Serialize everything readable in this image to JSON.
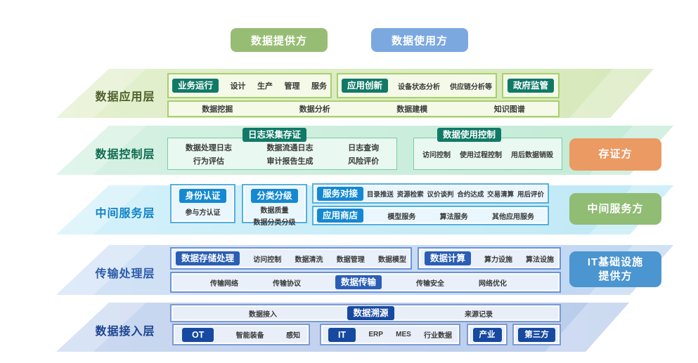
{
  "top_actors": {
    "provider": "数据提供方",
    "user": "数据使用方"
  },
  "colors": {
    "provider_chip": "#97BD74",
    "user_chip": "#7BA8DF",
    "layer1_band": "#D9EAC3",
    "layer2_band": "#C9ECDA",
    "layer3_band": "#C9EDF7",
    "layer4_band": "#C5DAF3",
    "layer5_band": "#C1D1EE",
    "badge_teal": "#107A66",
    "badge_cyan": "#1489D2",
    "badge_blue": "#2A5EB4",
    "badge_navy": "#16499F",
    "side_orange": "#EB9A64",
    "side_green": "#90BC74",
    "side_blue": "#4B95D0"
  },
  "layer1": {
    "label": "数据应用层",
    "box_a": {
      "badge": "业务运行",
      "items": [
        "设计",
        "生产",
        "管理",
        "服务"
      ]
    },
    "box_b": {
      "badge": "应用创新",
      "items": [
        "设备状态分析",
        "供应链分析等"
      ]
    },
    "box_c": {
      "badge": "政府监管"
    },
    "row2": [
      "数据挖掘",
      "数据分析",
      "数据建模",
      "知识图谱"
    ]
  },
  "layer2": {
    "label": "数据控制层",
    "box_a": {
      "badge": "日志采集存证",
      "col1": [
        "数据处理日志",
        "行为评估"
      ],
      "col2": [
        "数据流通日志",
        "审计报告生成"
      ],
      "col3": [
        "日志查询",
        "风险评价"
      ]
    },
    "box_b": {
      "badge": "数据使用控制",
      "items": [
        "访问控制",
        "使用过程控制",
        "用后数据销毁"
      ]
    },
    "side": "存证方"
  },
  "layer3": {
    "label": "中间服务层",
    "box_a": {
      "badge": "身份认证",
      "items": [
        "参与方认证"
      ]
    },
    "box_b": {
      "badge": "分类分级",
      "items": [
        "数据质量",
        "数据分类分级"
      ]
    },
    "box_c": {
      "badge": "服务对接",
      "items": [
        "目录推送",
        "资源检索",
        "议价谈判",
        "合约达成",
        "交易清算",
        "用后评价"
      ]
    },
    "box_d": {
      "badge": "应用商店",
      "items": [
        "模型服务",
        "算法服务",
        "其他应用服务"
      ]
    },
    "side": "中间服务方"
  },
  "layer4": {
    "label": "传输处理层",
    "box_a": {
      "badge": "数据存储处理",
      "items": [
        "访问控制",
        "数据清洗",
        "数据管理",
        "数据模型"
      ]
    },
    "box_b": {
      "badge": "数据计算",
      "items": [
        "算力设施",
        "算法设施"
      ]
    },
    "box_c": {
      "pre": [
        "传输网络",
        "传输协议"
      ],
      "badge": "数据传输",
      "post": [
        "传输安全",
        "网络优化"
      ]
    },
    "side_line1": "IT基础设施",
    "side_line2": "提供方"
  },
  "layer5": {
    "label": "数据接入层",
    "row1": {
      "pre": "数据接入",
      "badge": "数据溯源",
      "post": "来源记录"
    },
    "box_ot": {
      "badge": "OT",
      "items": [
        "智能装备",
        "感知"
      ]
    },
    "box_it": {
      "badge": "IT",
      "items": [
        "ERP",
        "MES",
        "行业数据"
      ]
    },
    "box_industry": {
      "badge": "产业"
    },
    "box_third": {
      "badge": "第三方"
    }
  }
}
